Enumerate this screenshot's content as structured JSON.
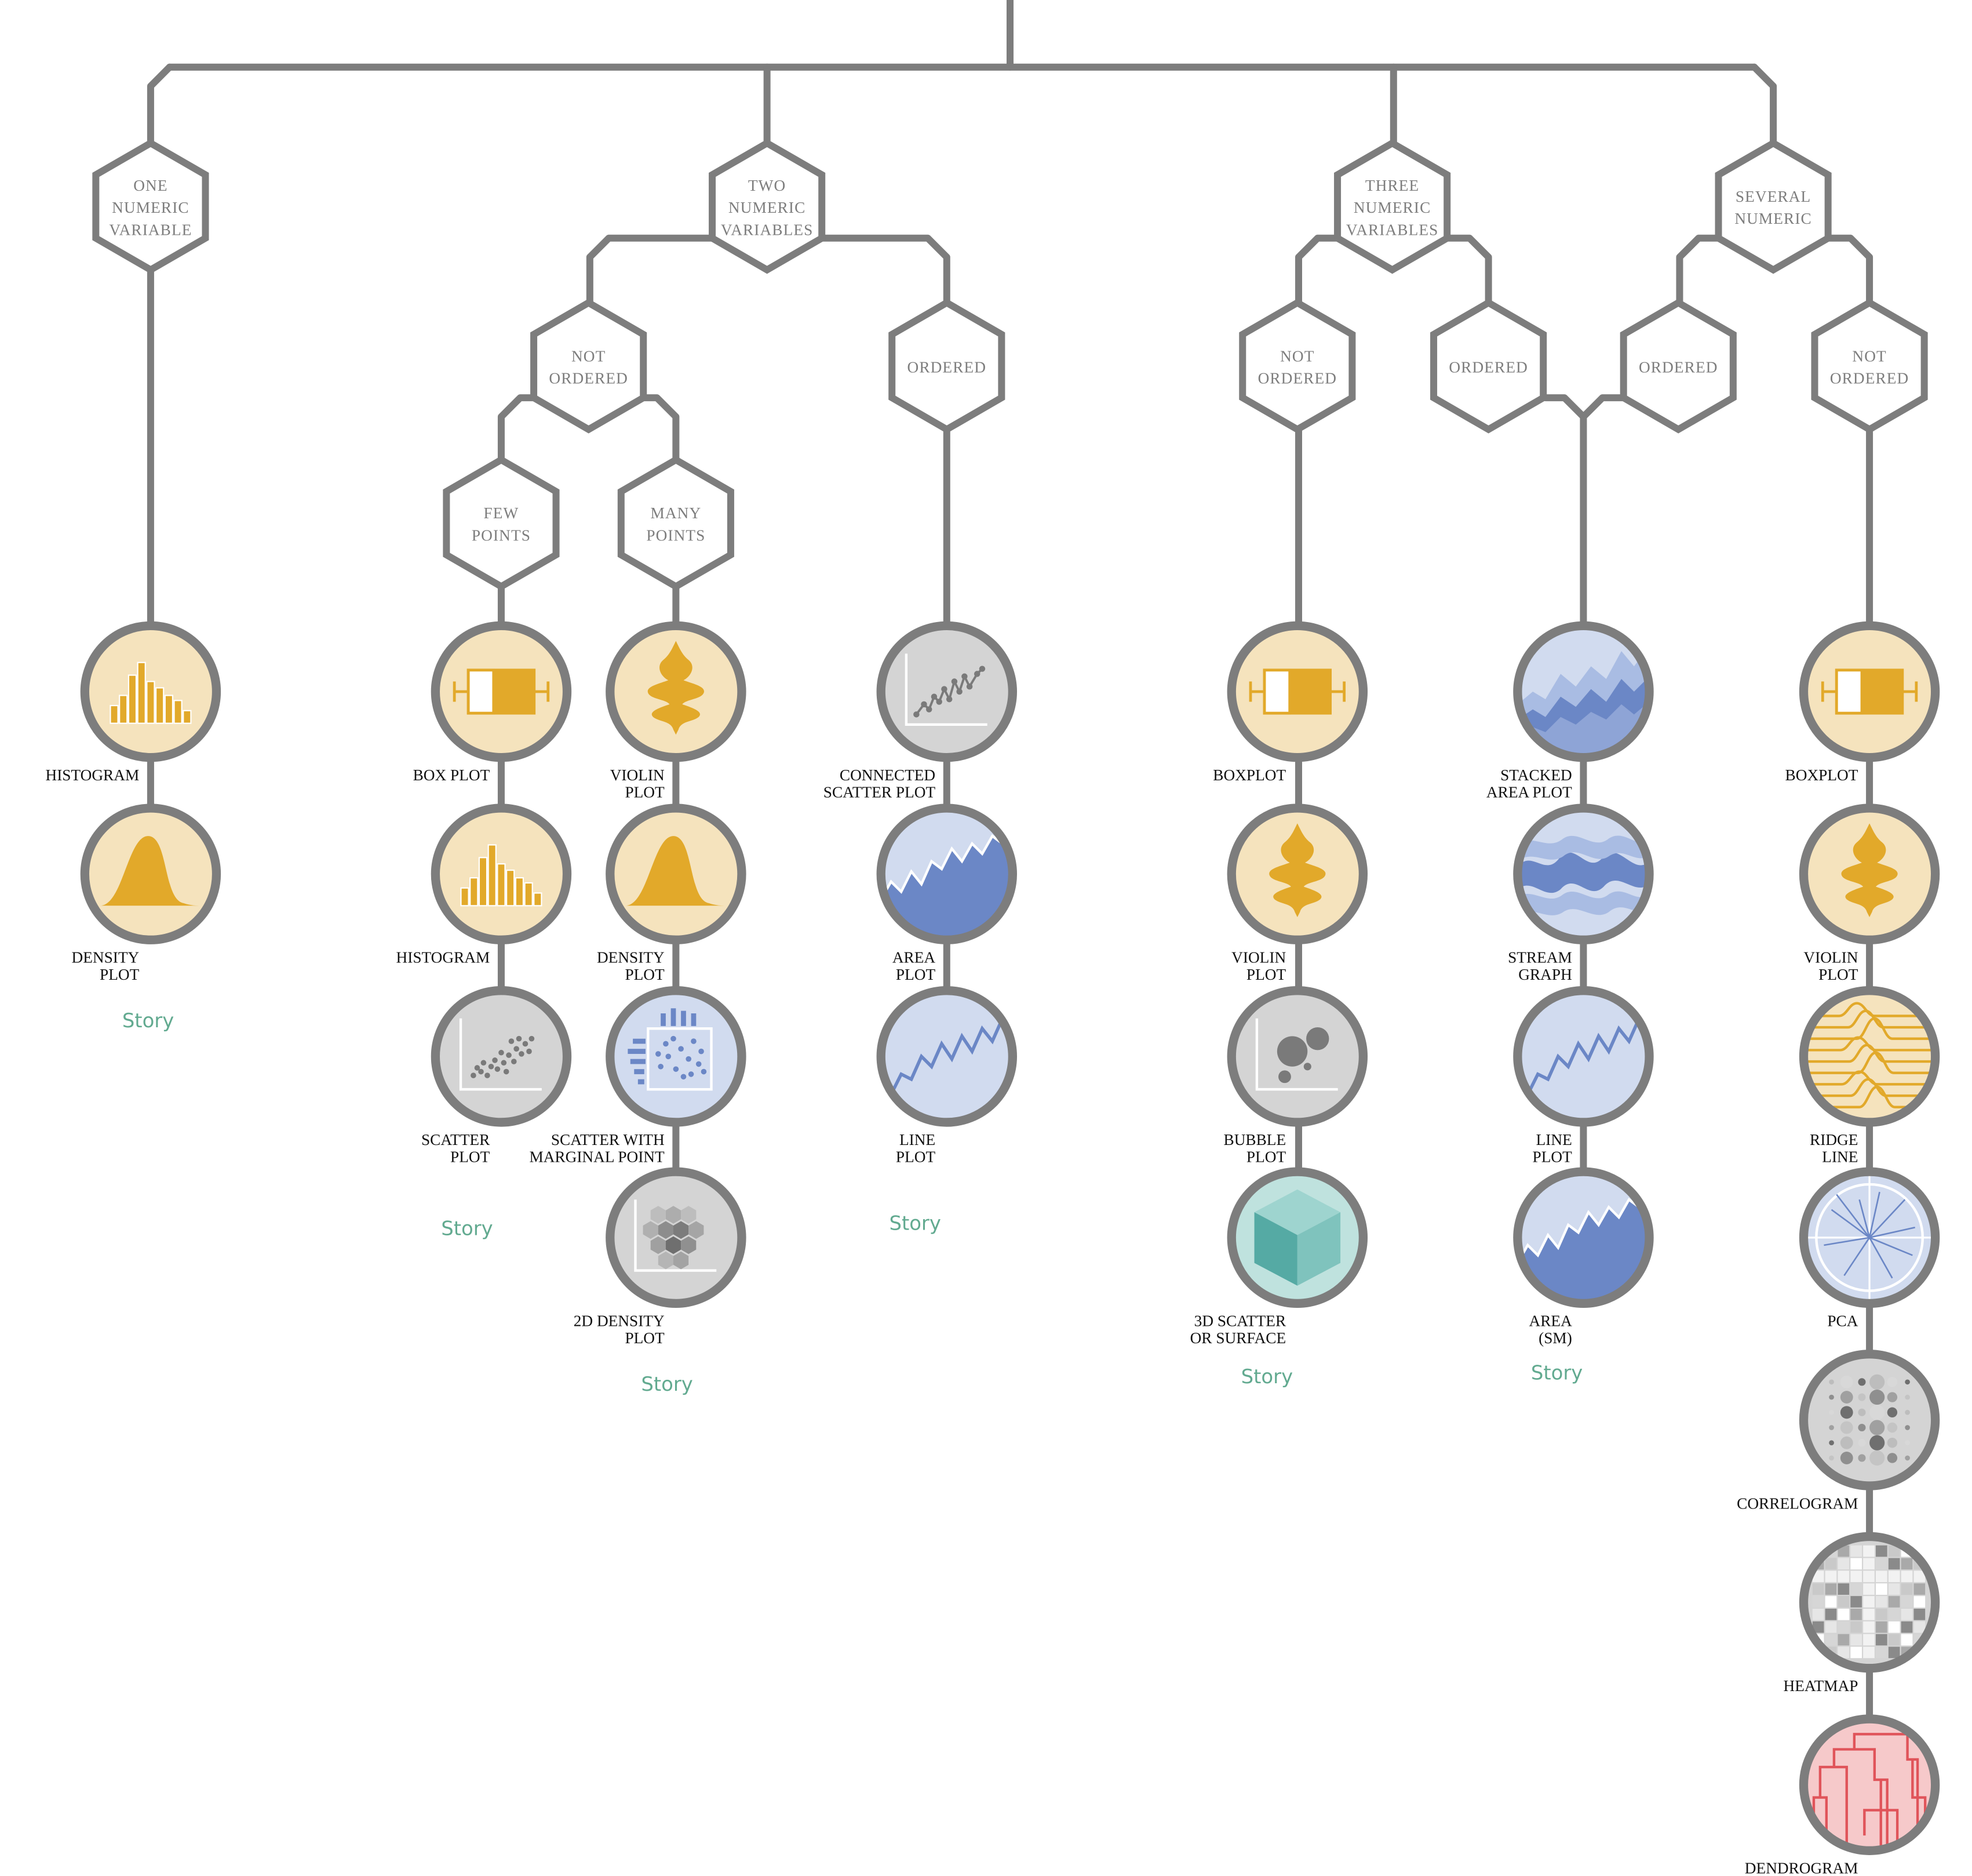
{
  "colors": {
    "line": "#7d7d7d",
    "yellow_bg": "#f5e3bd",
    "yellow_fg": "#e2a92a",
    "blue_bg": "#d1dbef",
    "blue_fg": "#6b87c6",
    "grey_bg": "#d4d4d4",
    "grey_fg": "#7a7a7a",
    "teal_bg": "#bfe2de",
    "teal_fg": "#55aaa4",
    "red_bg": "#f6c9ca",
    "red_fg": "#e0545a",
    "story": "#62aa90"
  },
  "decisions": [
    {
      "id": "one",
      "lines": [
        "ONE",
        "NUMERIC",
        "VARIABLE"
      ]
    },
    {
      "id": "two",
      "lines": [
        "TWO",
        "NUMERIC",
        "VARIABLES"
      ]
    },
    {
      "id": "three",
      "lines": [
        "THREE",
        "NUMERIC",
        "VARIABLES"
      ]
    },
    {
      "id": "several",
      "lines": [
        "SEVERAL",
        "NUMERIC"
      ]
    },
    {
      "id": "two-not-ordered",
      "lines": [
        "NOT",
        "ORDERED"
      ]
    },
    {
      "id": "two-ordered",
      "lines": [
        "ORDERED"
      ]
    },
    {
      "id": "few-points",
      "lines": [
        "FEW",
        "POINTS"
      ]
    },
    {
      "id": "many-points",
      "lines": [
        "MANY",
        "POINTS"
      ]
    },
    {
      "id": "three-not-ordered",
      "lines": [
        "NOT",
        "ORDERED"
      ]
    },
    {
      "id": "three-ordered",
      "lines": [
        "ORDERED"
      ]
    },
    {
      "id": "several-ordered",
      "lines": [
        "ORDERED"
      ]
    },
    {
      "id": "several-not-ordered",
      "lines": [
        "NOT",
        "ORDERED"
      ]
    }
  ],
  "charts": [
    {
      "id": "histogram-1",
      "icon": "histogram",
      "theme": "yellow",
      "label": [
        "HISTOGRAM"
      ]
    },
    {
      "id": "density-1",
      "icon": "density",
      "theme": "yellow",
      "label": [
        "DENSITY",
        "PLOT"
      ]
    },
    {
      "id": "boxplot-1",
      "icon": "boxplot",
      "theme": "yellow",
      "label": [
        "BOX PLOT"
      ]
    },
    {
      "id": "histogram-2",
      "icon": "histogram",
      "theme": "yellow",
      "label": [
        "HISTOGRAM"
      ]
    },
    {
      "id": "scatter-1",
      "icon": "scatter",
      "theme": "grey",
      "label": [
        "SCATTER",
        "PLOT"
      ]
    },
    {
      "id": "violin-1",
      "icon": "violin",
      "theme": "yellow",
      "label": [
        "VIOLIN",
        "PLOT"
      ]
    },
    {
      "id": "density-2",
      "icon": "density",
      "theme": "yellow",
      "label": [
        "DENSITY",
        "PLOT"
      ]
    },
    {
      "id": "marginal-1",
      "icon": "marginal",
      "theme": "blue",
      "label": [
        "SCATTER WITH",
        "MARGINAL POINT"
      ]
    },
    {
      "id": "density2d-1",
      "icon": "density2d",
      "theme": "grey",
      "label": [
        "2D DENSITY",
        "PLOT"
      ]
    },
    {
      "id": "connected-1",
      "icon": "connected",
      "theme": "grey",
      "label": [
        "CONNECTED",
        "SCATTER PLOT"
      ]
    },
    {
      "id": "area-1",
      "icon": "area",
      "theme": "blue",
      "label": [
        "AREA",
        "PLOT"
      ]
    },
    {
      "id": "line-1",
      "icon": "line",
      "theme": "blue",
      "label": [
        "LINE",
        "PLOT"
      ]
    },
    {
      "id": "boxplot-2",
      "icon": "boxplot",
      "theme": "yellow",
      "label": [
        "BOXPLOT"
      ]
    },
    {
      "id": "violin-2",
      "icon": "violin",
      "theme": "yellow",
      "label": [
        "VIOLIN",
        "PLOT"
      ]
    },
    {
      "id": "bubble-1",
      "icon": "bubble",
      "theme": "grey",
      "label": [
        "BUBBLE",
        "PLOT"
      ]
    },
    {
      "id": "scatter3d-1",
      "icon": "cube",
      "theme": "teal",
      "label": [
        "3D SCATTER",
        "OR SURFACE"
      ]
    },
    {
      "id": "stacked-area-1",
      "icon": "stackedarea",
      "theme": "blue",
      "label": [
        "STACKED",
        "AREA PLOT"
      ]
    },
    {
      "id": "stream-1",
      "icon": "stream",
      "theme": "blue",
      "label": [
        "STREAM",
        "GRAPH"
      ]
    },
    {
      "id": "line-2",
      "icon": "line",
      "theme": "blue",
      "label": [
        "LINE",
        "PLOT"
      ]
    },
    {
      "id": "area-sm-1",
      "icon": "area",
      "theme": "blue",
      "label": [
        "AREA",
        "(SM)"
      ]
    },
    {
      "id": "boxplot-3",
      "icon": "boxplot",
      "theme": "yellow",
      "label": [
        "BOXPLOT"
      ]
    },
    {
      "id": "violin-3",
      "icon": "violin",
      "theme": "yellow",
      "label": [
        "VIOLIN",
        "PLOT"
      ]
    },
    {
      "id": "ridgeline-1",
      "icon": "ridge",
      "theme": "yellow",
      "label": [
        "RIDGE",
        "LINE"
      ]
    },
    {
      "id": "pca-1",
      "icon": "pca",
      "theme": "blue",
      "label": [
        "PCA"
      ]
    },
    {
      "id": "correlogram-1",
      "icon": "correlogram",
      "theme": "grey",
      "label": [
        "CORRELOGRAM"
      ]
    },
    {
      "id": "heatmap-1",
      "icon": "heatmap",
      "theme": "grey",
      "label": [
        "HEATMAP"
      ]
    },
    {
      "id": "dendrogram-1",
      "icon": "dendrogram",
      "theme": "red",
      "label": [
        "DENDROGRAM"
      ]
    }
  ],
  "story_links": [
    {
      "id": "story-one",
      "text": "Story"
    },
    {
      "id": "story-few",
      "text": "Story"
    },
    {
      "id": "story-many",
      "text": "Story"
    },
    {
      "id": "story-two-ordered",
      "text": "Story"
    },
    {
      "id": "story-three-not-ordered",
      "text": "Story"
    },
    {
      "id": "story-three-ordered",
      "text": "Story"
    }
  ]
}
